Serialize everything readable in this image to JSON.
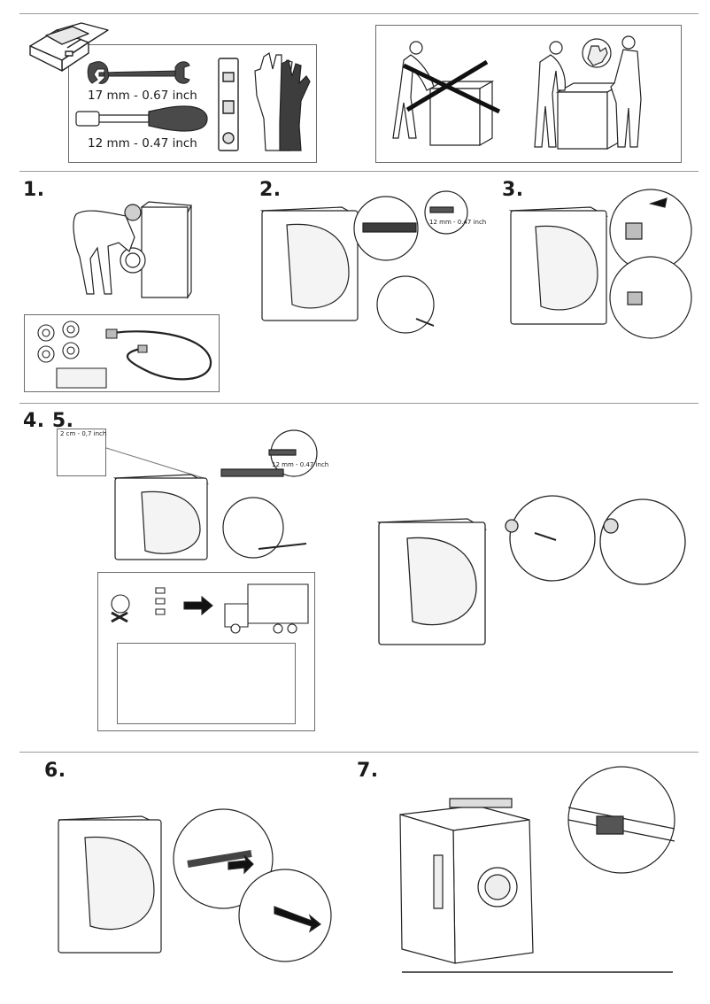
{
  "tools": {
    "wrench_label": "17 mm - 0.67 inch",
    "screwdriver_label": "12 mm - 0.47 inch"
  },
  "steps": {
    "s1": "1.",
    "s2": "2.",
    "s3": "3.",
    "s45": "4. 5.",
    "s6": "6.",
    "s7": "7."
  },
  "step2": {
    "callout_label": "12 mm - 0.47 inch"
  },
  "step45": {
    "gap_label": "2 cm - 0,7 inch",
    "callout_label": "12 mm - 0.47 inch"
  },
  "icons": [
    "toolbox-icon",
    "wrench-icon",
    "screwdriver-icon",
    "spirit-level-icon",
    "gloves-icon",
    "no-single-person-lift-icon",
    "two-person-lift-icon",
    "transport-truck-icon",
    "arrow-right-icon"
  ]
}
